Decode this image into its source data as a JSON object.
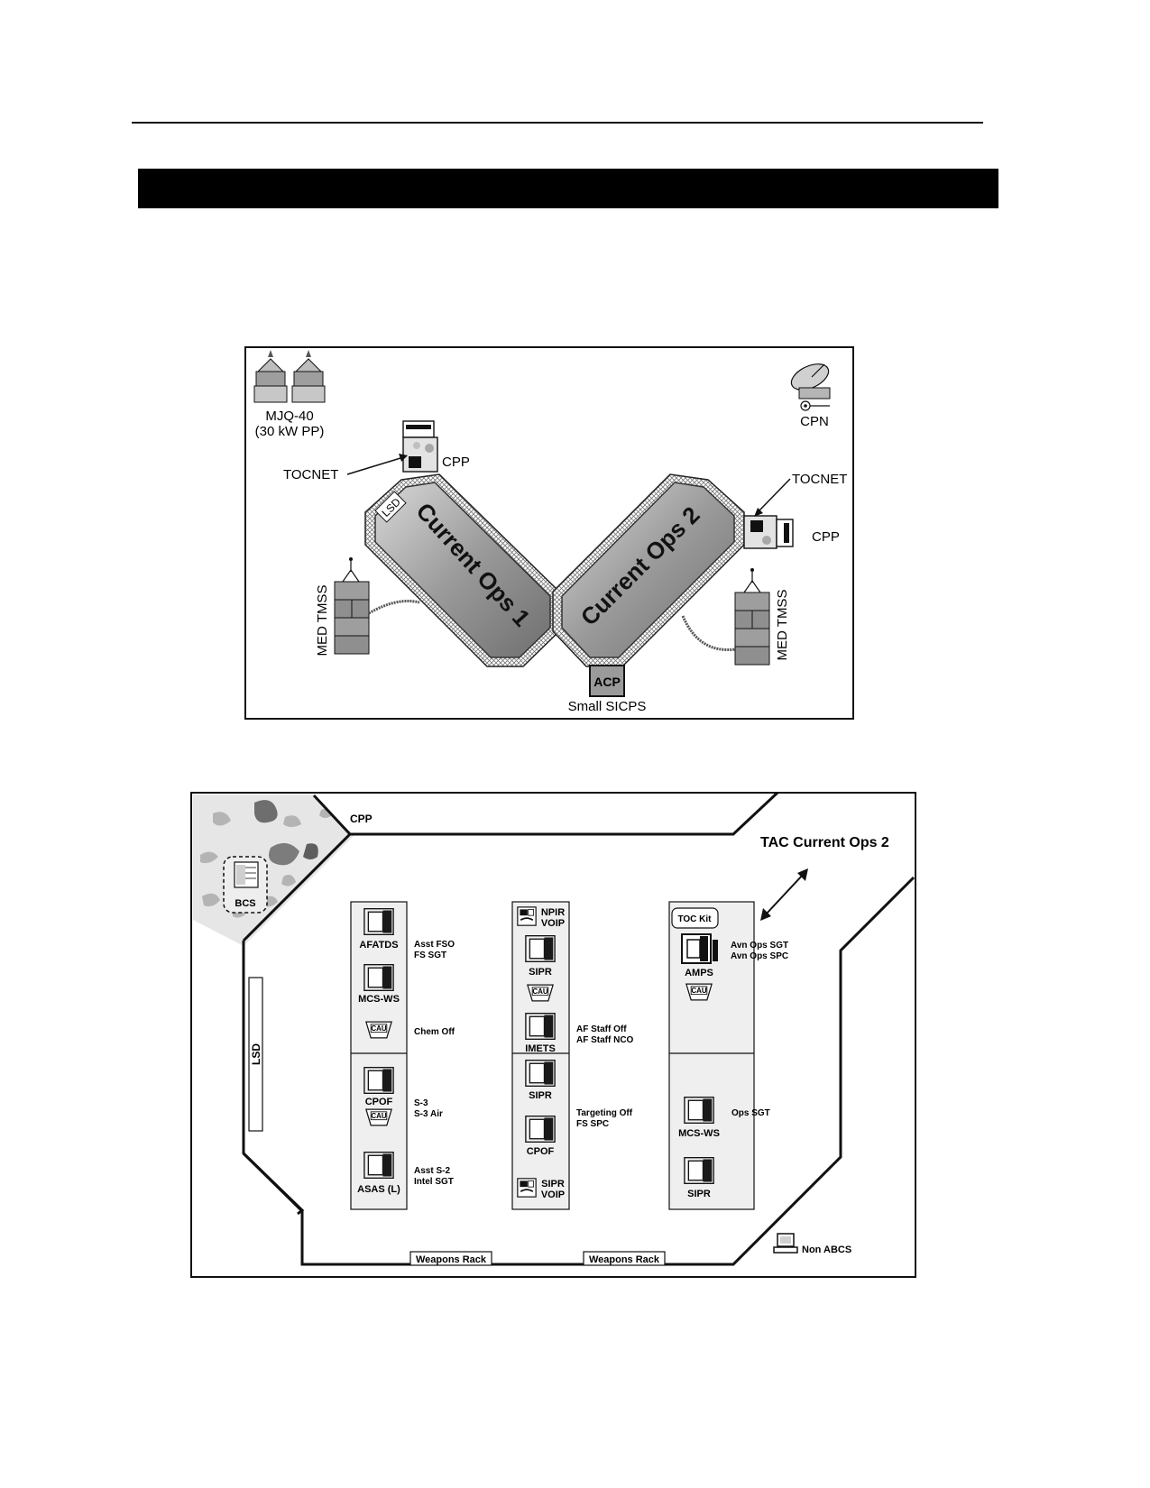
{
  "figure1": {
    "generators_label_line1": "MJQ-40",
    "generators_label_line2": "(30 kW PP)",
    "cpn_label": "CPN",
    "cpp_top_label": "CPP",
    "cpp_right_label": "CPP",
    "tocnet_left_label": "TOCNET",
    "tocnet_right_label": "TOCNET",
    "lsd_label": "LSD",
    "tent1_label": "Current Ops 1",
    "tent2_label": "Current Ops 2",
    "tmss_left_label": "MED TMSS",
    "tmss_right_label": "MED TMSS",
    "acp_label": "ACP",
    "sicps_label": "Small SICPS"
  },
  "figure2": {
    "cpp_label": "CPP",
    "bcs_label": "BCS",
    "title": "TAC Current Ops 2",
    "lsd_label": "LSD",
    "tables": {
      "left": {
        "afatds": "AFATDS",
        "mcsws": "MCS-WS",
        "cau": "CAU",
        "cpof": "CPOF",
        "cau2": "CAU",
        "asas": "ASAS (L)"
      },
      "center": {
        "npir": "NPIR",
        "voip1": "VOIP",
        "sipr1": "SIPR",
        "cau": "CAU",
        "imets": "IMETS",
        "sipr2": "SIPR",
        "cpof": "CPOF",
        "sipr3": "SIPR",
        "voip2": "VOIP"
      },
      "right": {
        "toc_kit": "TOC Kit",
        "amps": "AMPS",
        "cau": "CAU",
        "mcsws": "MCS-WS",
        "sipr": "SIPR"
      }
    },
    "roles": {
      "asst_fso": "Asst FSO",
      "fs_sgt": "FS SGT",
      "chem_off": "Chem Off",
      "s3": "S-3",
      "s3_air": "S-3 Air",
      "asst_s2": "Asst S-2",
      "intel_sgt": "Intel SGT",
      "af_staff_off": "AF Staff Off",
      "af_staff_nco": "AF Staff NCO",
      "targeting_off": "Targeting Off",
      "fs_spc": "FS SPC",
      "avn_ops_sgt": "Avn Ops SGT",
      "avn_ops_spc": "Avn Ops SPC",
      "ops_sgt": "Ops SGT"
    },
    "weapons_rack_1": "Weapons Rack",
    "weapons_rack_2": "Weapons Rack",
    "non_abcs": "Non ABCS"
  }
}
